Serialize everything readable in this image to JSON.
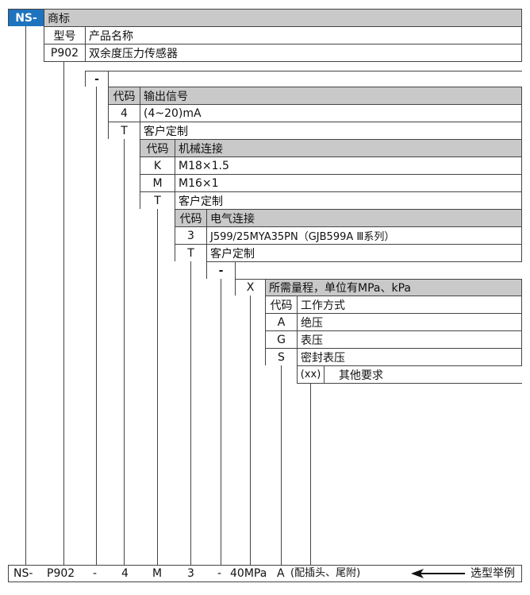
{
  "header": {
    "ns_label": "NS-",
    "trademark_label": "商标"
  },
  "model": {
    "header_code": "型号",
    "header_name": "产品名称",
    "code": "P902",
    "name": "双余度压力传感器"
  },
  "dash1": "-",
  "output": {
    "header_code": "代码",
    "header_name": "输出信号",
    "rows": [
      {
        "code": "4",
        "desc": "(4~20)mA"
      },
      {
        "code": "T",
        "desc": "客户定制"
      }
    ]
  },
  "mechanical": {
    "header_code": "代码",
    "header_name": "机械连接",
    "rows": [
      {
        "code": "K",
        "desc": "M18×1.5"
      },
      {
        "code": "M",
        "desc": "M16×1"
      },
      {
        "code": "T",
        "desc": "客户定制"
      }
    ]
  },
  "electrical": {
    "header_code": "代码",
    "header_name": "电气连接",
    "rows": [
      {
        "code": "3",
        "desc": "J599/25MYA35PN（GJB599A Ⅲ系列）"
      },
      {
        "code": "T",
        "desc": "客户定制"
      }
    ]
  },
  "dash2": "-",
  "range": {
    "code": "X",
    "desc": "所需量程，单位有MPa、kPa"
  },
  "work_mode": {
    "header_code": "代码",
    "header_name": "工作方式",
    "rows": [
      {
        "code": "A",
        "desc": "绝压"
      },
      {
        "code": "G",
        "desc": "表压"
      },
      {
        "code": "S",
        "desc": "密封表压"
      }
    ]
  },
  "other": {
    "code": "(xx)",
    "desc": "其他要求"
  },
  "example": {
    "parts": [
      "NS-",
      "P902",
      "-",
      "4",
      "M",
      "3",
      "-",
      "40MPa",
      "A",
      "(配插头、尾附)"
    ],
    "label": "选型举例",
    "arrow": "←"
  }
}
